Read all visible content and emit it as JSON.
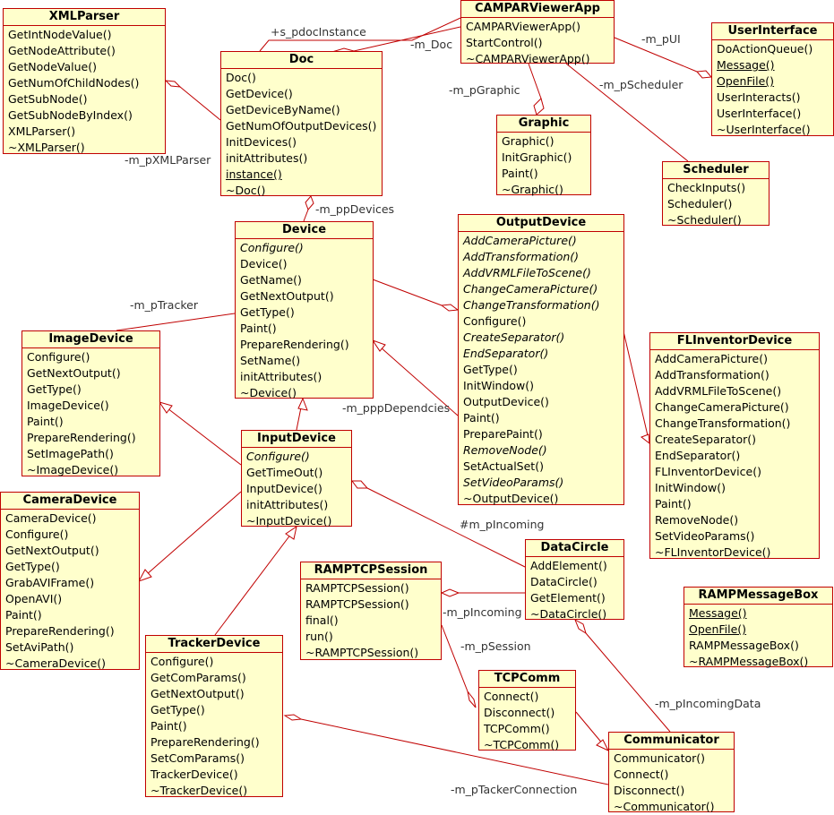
{
  "classes": {
    "xmlparser": {
      "name": "XMLParser",
      "ops": [
        {
          "t": "GetIntNodeValue()"
        },
        {
          "t": "GetNodeAttribute()"
        },
        {
          "t": "GetNodeValue()"
        },
        {
          "t": "GetNumOfChildNodes()"
        },
        {
          "t": "GetSubNode()"
        },
        {
          "t": "GetSubNodeByIndex()"
        },
        {
          "t": "XMLParser()"
        },
        {
          "t": "~XMLParser()"
        }
      ]
    },
    "doc": {
      "name": "Doc",
      "ops": [
        {
          "t": "Doc()"
        },
        {
          "t": "GetDevice()"
        },
        {
          "t": "GetDeviceByName()"
        },
        {
          "t": "GetNumOfOutputDevices()"
        },
        {
          "t": "InitDevices()"
        },
        {
          "t": "initAttributes()"
        },
        {
          "t": "instance()",
          "u": true
        },
        {
          "t": "~Doc()"
        }
      ]
    },
    "camparviewerapp": {
      "name": "CAMPARViewerApp",
      "ops": [
        {
          "t": "CAMPARViewerApp()"
        },
        {
          "t": "StartControl()"
        },
        {
          "t": "~CAMPARViewerApp()"
        }
      ]
    },
    "userinterface": {
      "name": "UserInterface",
      "ops": [
        {
          "t": "DoActionQueue()"
        },
        {
          "t": "Message()",
          "u": true
        },
        {
          "t": "OpenFile()",
          "u": true
        },
        {
          "t": "UserInteracts()"
        },
        {
          "t": "UserInterface()"
        },
        {
          "t": "~UserInterface()"
        }
      ]
    },
    "graphic": {
      "name": "Graphic",
      "ops": [
        {
          "t": "Graphic()"
        },
        {
          "t": "InitGraphic()"
        },
        {
          "t": "Paint()"
        },
        {
          "t": "~Graphic()"
        }
      ]
    },
    "scheduler": {
      "name": "Scheduler",
      "ops": [
        {
          "t": "CheckInputs()"
        },
        {
          "t": "Scheduler()"
        },
        {
          "t": "~Scheduler()"
        }
      ]
    },
    "device": {
      "name": "Device",
      "ops": [
        {
          "t": "Configure()",
          "i": true
        },
        {
          "t": "Device()"
        },
        {
          "t": "GetName()"
        },
        {
          "t": "GetNextOutput()"
        },
        {
          "t": "GetType()"
        },
        {
          "t": "Paint()"
        },
        {
          "t": "PrepareRendering()"
        },
        {
          "t": "SetName()"
        },
        {
          "t": "initAttributes()"
        },
        {
          "t": "~Device()"
        }
      ]
    },
    "outputdevice": {
      "name": "OutputDevice",
      "ops": [
        {
          "t": "AddCameraPicture()",
          "i": true
        },
        {
          "t": "AddTransformation()",
          "i": true
        },
        {
          "t": "AddVRMLFileToScene()",
          "i": true
        },
        {
          "t": "ChangeCameraPicture()",
          "i": true
        },
        {
          "t": "ChangeTransformation()",
          "i": true
        },
        {
          "t": "Configure()"
        },
        {
          "t": "CreateSeparator()",
          "i": true
        },
        {
          "t": "EndSeparator()",
          "i": true
        },
        {
          "t": "GetType()"
        },
        {
          "t": "InitWindow()"
        },
        {
          "t": "OutputDevice()"
        },
        {
          "t": "Paint()"
        },
        {
          "t": "PreparePaint()"
        },
        {
          "t": "RemoveNode()",
          "i": true
        },
        {
          "t": "SetActualSet()"
        },
        {
          "t": "SetVideoParams()",
          "i": true
        },
        {
          "t": "~OutputDevice()"
        }
      ]
    },
    "flinventordevice": {
      "name": "FLInventorDevice",
      "ops": [
        {
          "t": "AddCameraPicture()"
        },
        {
          "t": "AddTransformation()"
        },
        {
          "t": "AddVRMLFileToScene()"
        },
        {
          "t": "ChangeCameraPicture()"
        },
        {
          "t": "ChangeTransformation()"
        },
        {
          "t": "CreateSeparator()"
        },
        {
          "t": "EndSeparator()"
        },
        {
          "t": "FLInventorDevice()"
        },
        {
          "t": "InitWindow()"
        },
        {
          "t": "Paint()"
        },
        {
          "t": "RemoveNode()"
        },
        {
          "t": "SetVideoParams()"
        },
        {
          "t": "~FLInventorDevice()"
        }
      ]
    },
    "imagedevice": {
      "name": "ImageDevice",
      "ops": [
        {
          "t": "Configure()"
        },
        {
          "t": "GetNextOutput()"
        },
        {
          "t": "GetType()"
        },
        {
          "t": "ImageDevice()"
        },
        {
          "t": "Paint()"
        },
        {
          "t": "PrepareRendering()"
        },
        {
          "t": "SetImagePath()"
        },
        {
          "t": "~ImageDevice()"
        }
      ]
    },
    "inputdevice": {
      "name": "InputDevice",
      "ops": [
        {
          "t": "Configure()",
          "i": true
        },
        {
          "t": "GetTimeOut()"
        },
        {
          "t": "InputDevice()"
        },
        {
          "t": "initAttributes()"
        },
        {
          "t": "~InputDevice()"
        }
      ]
    },
    "cameradevice": {
      "name": "CameraDevice",
      "ops": [
        {
          "t": "CameraDevice()"
        },
        {
          "t": "Configure()"
        },
        {
          "t": "GetNextOutput()"
        },
        {
          "t": "GetType()"
        },
        {
          "t": "GrabAVIFrame()"
        },
        {
          "t": "OpenAVI()"
        },
        {
          "t": "Paint()"
        },
        {
          "t": "PrepareRendering()"
        },
        {
          "t": "SetAviPath()"
        },
        {
          "t": "~CameraDevice()"
        }
      ]
    },
    "datacircle": {
      "name": "DataCircle",
      "ops": [
        {
          "t": "AddElement()"
        },
        {
          "t": "DataCircle()"
        },
        {
          "t": "GetElement()"
        },
        {
          "t": "~DataCircle()"
        }
      ]
    },
    "ramptcpsession": {
      "name": "RAMPTCPSession",
      "ops": [
        {
          "t": "RAMPTCPSession()"
        },
        {
          "t": "RAMPTCPSession()"
        },
        {
          "t": "final()"
        },
        {
          "t": "run()"
        },
        {
          "t": "~RAMPTCPSession()"
        }
      ]
    },
    "rampmessagebox": {
      "name": "RAMPMessageBox",
      "ops": [
        {
          "t": "Message()",
          "u": true
        },
        {
          "t": "OpenFile()",
          "u": true
        },
        {
          "t": "RAMPMessageBox()"
        },
        {
          "t": "~RAMPMessageBox()"
        }
      ]
    },
    "trackerdevice": {
      "name": "TrackerDevice",
      "ops": [
        {
          "t": "Configure()"
        },
        {
          "t": "GetComParams()"
        },
        {
          "t": "GetNextOutput()"
        },
        {
          "t": "GetType()"
        },
        {
          "t": "Paint()"
        },
        {
          "t": "PrepareRendering()"
        },
        {
          "t": "SetComParams()"
        },
        {
          "t": "TrackerDevice()"
        },
        {
          "t": "~TrackerDevice()"
        }
      ]
    },
    "tcpcomm": {
      "name": "TCPComm",
      "ops": [
        {
          "t": "Connect()"
        },
        {
          "t": "Disconnect()"
        },
        {
          "t": "TCPComm()"
        },
        {
          "t": "~TCPComm()"
        }
      ]
    },
    "communicator": {
      "name": "Communicator",
      "ops": [
        {
          "t": "Communicator()"
        },
        {
          "t": "Connect()"
        },
        {
          "t": "Disconnect()"
        },
        {
          "t": "~Communicator()"
        }
      ]
    }
  },
  "labels": {
    "s_pdocinstance": "+s_pdocInstance",
    "m_pdoc": "-m_Doc",
    "m_pui": "-m_pUI",
    "m_pgraphic": "-m_pGraphic",
    "m_pscheduler": "-m_pScheduler",
    "m_pxmlparser": "-m_pXMLParser",
    "m_ppdevices": "-m_ppDevices",
    "m_ptracker": "-m_pTracker",
    "m_pppdependcies": "-m_pppDependcies",
    "m_pincoming_prot": "#m_pIncoming",
    "m_pincoming": "-m_pIncoming",
    "m_psession": "-m_pSession",
    "m_pincomingdata": "-m_pIncomingData",
    "m_ptackerconnection": "-m_pTackerConnection"
  }
}
